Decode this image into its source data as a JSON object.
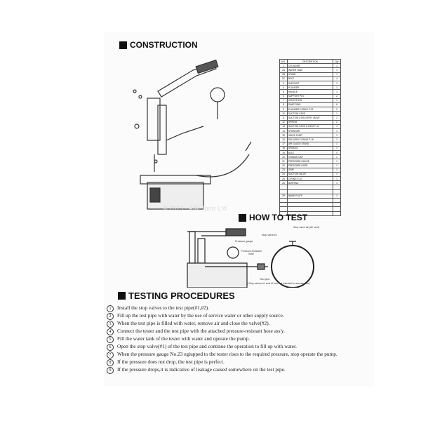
{
  "sections": {
    "construction": "CONSTRUCTION",
    "how_to_test": "HOW TO TEST",
    "testing_procedures": "TESTING PROCEDURES"
  },
  "watermark": "© 2013 - AIM Tools Ltd",
  "parts_table": {
    "headers": [
      "NO.",
      "DESCRIPTION",
      "Qty"
    ],
    "rows": [
      [
        "1",
        "CYLINDER",
        "1"
      ],
      [
        "2A",
        "WATER TANK",
        "1"
      ],
      [
        "2B",
        "STAND",
        "1"
      ],
      [
        "2C",
        "BOLT",
        "4"
      ],
      [
        "3",
        "SUPPORT",
        "1"
      ],
      [
        "4",
        "PLUNGER",
        "1"
      ],
      [
        "5",
        "HANDLE",
        "1"
      ],
      [
        "6",
        "SUPPORT PIN",
        "2"
      ],
      [
        "7",
        "CENTER PIN",
        "1"
      ],
      [
        "8",
        "SNAP RING",
        "6"
      ],
      [
        "9",
        "PLUNGER O-RING P-22",
        "2"
      ],
      [
        "10",
        "SUCTION CASE",
        "1"
      ],
      [
        "11",
        "SUCTION & DELIVERY VALVE",
        "2"
      ],
      [
        "12",
        "SPRING",
        "2"
      ],
      [
        "13",
        "SUCTION CASE O-RING P-14",
        "1"
      ],
      [
        "14",
        "STRAINER",
        "1"
      ],
      [
        "15",
        "VALVE JOINT",
        "1"
      ],
      [
        "16",
        "DELIVERY O-RING P-16",
        "1"
      ],
      [
        "17",
        "AIR GAUGE STAND",
        "1"
      ],
      [
        "18",
        "SPINDLE",
        "1"
      ],
      [
        "19",
        "BOLT",
        "4"
      ],
      [
        "20",
        "GREASE CAP",
        "1"
      ],
      [
        "21",
        "PRESSURE GAUGE",
        "1"
      ],
      [
        "22",
        "PRESSURE HOSE",
        "1"
      ],
      [
        "23",
        "GRIP",
        "1"
      ],
      [
        "24",
        "SUCTION VALVE",
        "1"
      ],
      [
        "25",
        "O-RING P-10",
        "1"
      ],
      [
        "26",
        "BUSHING",
        "1"
      ],
      [
        "",
        "",
        " "
      ],
      [
        "",
        "",
        " "
      ],
      [
        "29",
        "NAME PLATE",
        "1"
      ]
    ]
  },
  "how_to_test_labels": {
    "stop_valve_2": "Stop valve #2 (Air vent)",
    "stop_valve_1": "Stop valve #1",
    "pressure_gauge": "Pressure gauge",
    "hose": "Pressure-resistant hose",
    "test_pipe": "Test pipe",
    "note": "( Stop valves #1 and #2 are not included in accessories )"
  },
  "procedures": [
    "Install the stop valves to the test pipe(#1,#2).",
    "Fill up the test pipe with water by the use of service water or other supply source.",
    "When the test pipe is filled with water, remove air and close the valve(#2).",
    "Connect the tester and the test pipe with the attached pressure-resistant hose ass'y.",
    "Fill the water tank of the tester with water and operate the pump.",
    "Open the stop valve(#1) of the test pipe and continue the operation to fill up with water.",
    "When the pressure gauge No.23 egiupped to the tester rises to the required pressure, stop operate the pump.",
    "If the pressure does not drop, the test pipe is perfect.",
    "If the pressure drops,it is indicative of leakage caused somewhere on the test pipe."
  ]
}
